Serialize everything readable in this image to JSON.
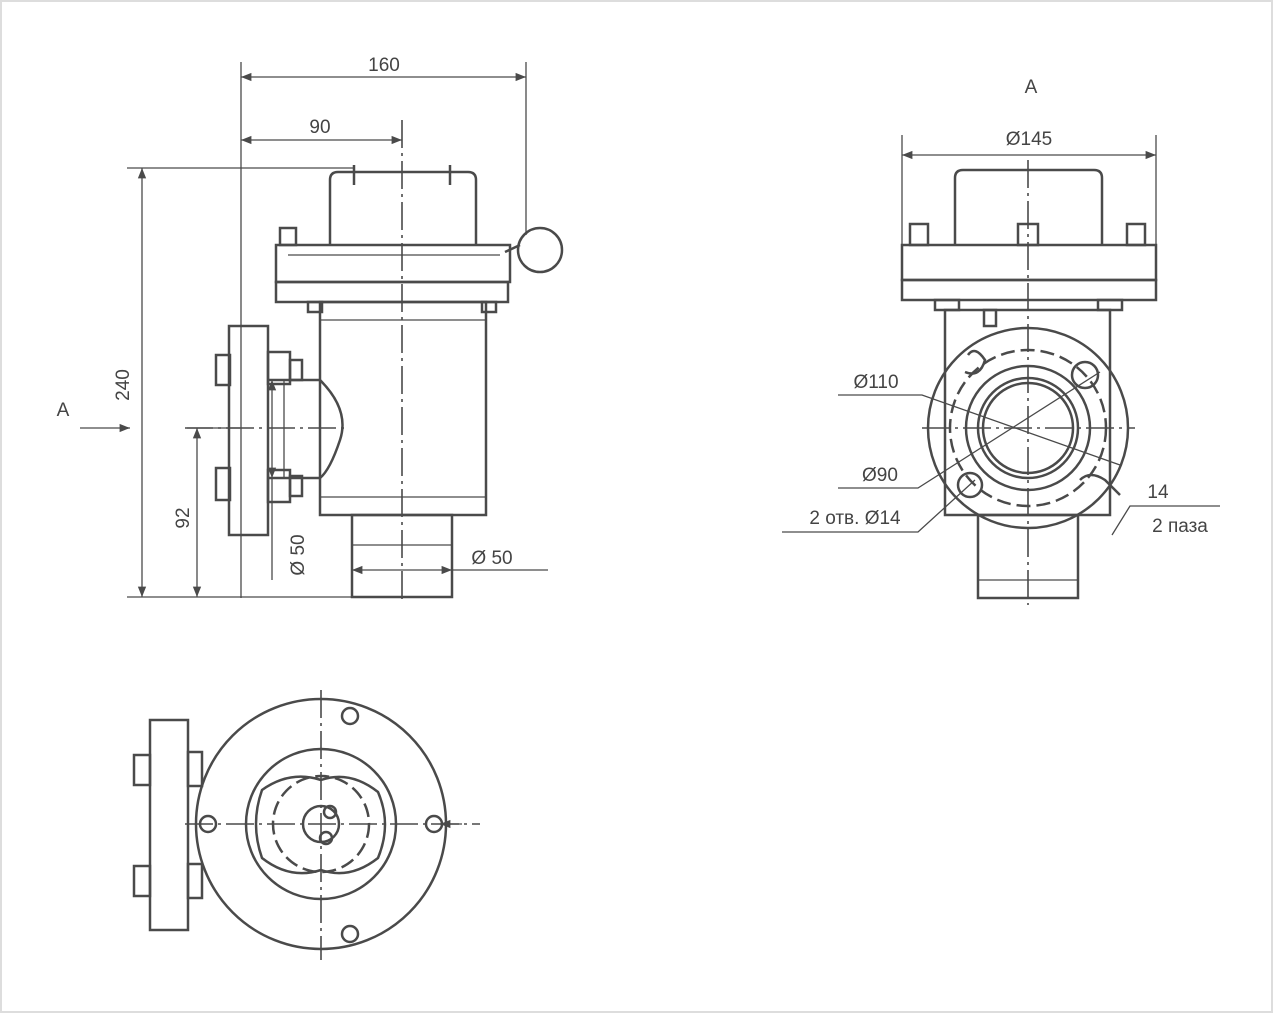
{
  "front_view": {
    "dim_overall_width": "160",
    "dim_axis_offset": "90",
    "dim_height": "240",
    "dim_inlet_height": "92",
    "dim_inlet_diameter": "Ø 50",
    "dim_outlet_diameter": "Ø 50",
    "view_arrow_label": "A"
  },
  "view_a": {
    "title": "A",
    "dim_flange_diameter": "Ø145",
    "dim_bolt_circle": "Ø110",
    "dim_bore": "Ø90",
    "holes_note": "2 отв. Ø14",
    "slot_width": "14",
    "slots_note": "2 паза"
  },
  "colors": {
    "line": "#4a4a4a",
    "background": "#ffffff"
  }
}
